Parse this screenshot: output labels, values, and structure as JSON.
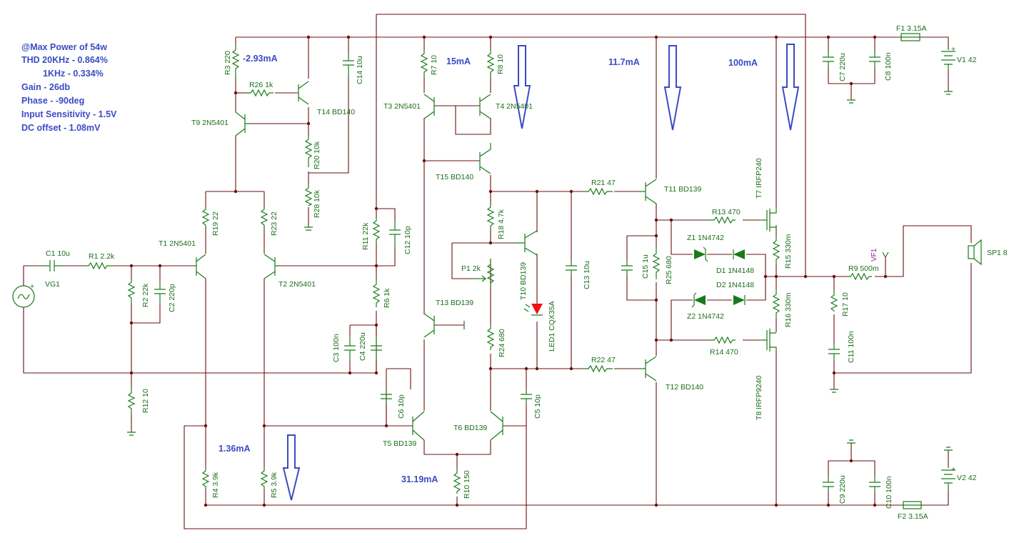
{
  "notes": [
    "@Max Power of 54w",
    "THD 20KHz - 0.864%",
    "1KHz   - 0.334%",
    "Gain - 26db",
    "Phase - -90deg",
    "Input Sensitivity - 1.5V",
    "DC offset - 1.08mV"
  ],
  "currents": {
    "t9": "-2.93mA",
    "vas": "15mA",
    "driver": "11.7mA",
    "output": "100mA",
    "input": "1.36mA",
    "ltp": "31.19mA"
  },
  "labels": {
    "r3": "R3 220",
    "r26": "R26 1k",
    "t14": "T14 BD140",
    "t9": "T9 2N5401",
    "r20": "R20 10k",
    "r28": "R28 10k",
    "c14": "C14 10u",
    "r19": "R19 22",
    "r23": "R23 22",
    "t1": "T1 2N5401",
    "t2": "T2 2N5401",
    "r11": "R11 22k",
    "c12": "C12 10p",
    "r6": "R6 1k",
    "c3": "C3 100n",
    "c4": "C4 220u",
    "c1": "C1 10u",
    "r1": "R1 2.2k",
    "vg1": "VG1",
    "r2": "R2 22k",
    "c2": "C2 220p",
    "r12": "R12 10",
    "r4": "R4 3.9k",
    "r5": "R5 3.9k",
    "r7": "R7 10",
    "r8": "R8 10",
    "t3": "T3 2N5401",
    "t4": "T4 2N5401",
    "t15": "T15 BD140",
    "r18": "R18 4.7k",
    "p1": "P1 2k",
    "t10": "T10 BD139",
    "led1": "LED1 CQX35A",
    "t13": "T13 BD139",
    "r24": "R24 680",
    "c13": "C13 10u",
    "c6": "C6 10p",
    "c5": "C5 10p",
    "t5": "T5 BD139",
    "t6": "T6 BD139",
    "r10": "R10 150",
    "r21": "R21 47",
    "r22": "R22 47",
    "t11": "T11 BD139",
    "t12": "T12 BD140",
    "c15": "C15 1u",
    "r25": "R25 680",
    "r13": "R13 470",
    "r14": "R14 470",
    "z1": "Z1 1N4742",
    "d1": "D1 1N4148",
    "d2": "D2 1N4148",
    "z2": "Z2 1N4742",
    "t7": "T7 IRFP240",
    "t8": "T8 IRFP9240",
    "r15": "R15 330m",
    "r16": "R16 330m",
    "r17": "R17 10",
    "c11": "C11 100n",
    "r9": "R9 500m",
    "vf1": "VF1",
    "sp1": "SP1 8",
    "c7": "C7 220u",
    "c8": "C8 100n",
    "c9": "C9 220u",
    "c10": "C10 100n",
    "f1": "F1 3.15A",
    "f2": "F2 3.15A",
    "v1": "V1 42",
    "v2": "V2 42"
  },
  "colors": {
    "wire": "#6b0f0f",
    "component": "#1a7a1a",
    "annotation": "#3b4bc4",
    "led": "#e11111",
    "probe": "#8a1a8a"
  }
}
